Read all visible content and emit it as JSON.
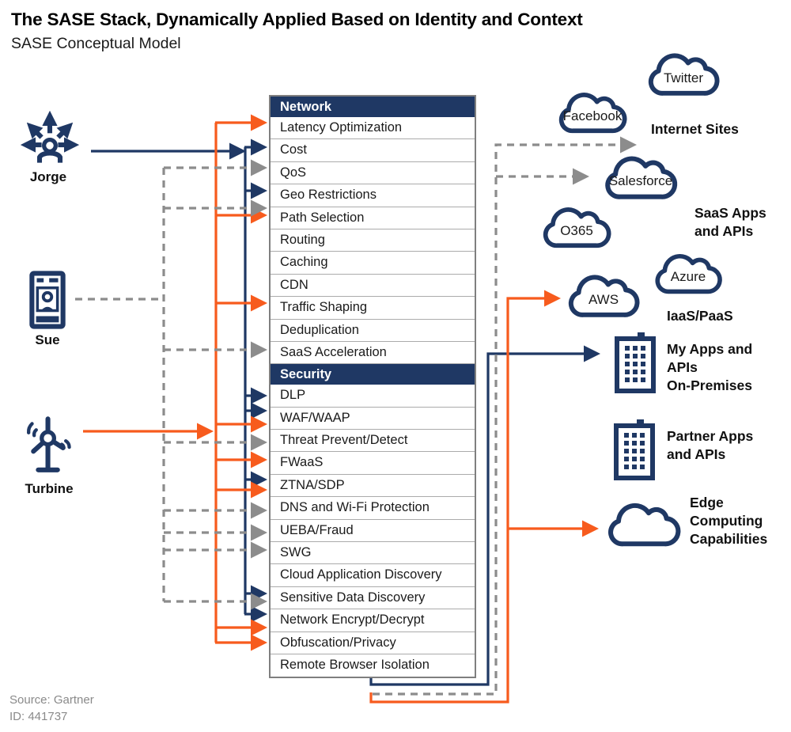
{
  "title": "The SASE Stack, Dynamically Applied Based on Identity and Context",
  "subtitle": "SASE Conceptual Model",
  "source": {
    "line1": "Source: Gartner",
    "line2": "ID: 441737"
  },
  "colors": {
    "navy": "#1F3864",
    "orange": "#F75B1D",
    "gray": "#8C8C8C"
  },
  "entities": [
    {
      "name": "Jorge",
      "icon": "user-roaming-icon",
      "line_style": "solid-navy"
    },
    {
      "name": "Sue",
      "icon": "mobile-user-icon",
      "line_style": "dashed-gray"
    },
    {
      "name": "Turbine",
      "icon": "wind-turbine-icon",
      "line_style": "solid-orange"
    }
  ],
  "stack": {
    "sections": [
      {
        "header": "Network",
        "items": [
          "Latency Optimization",
          "Cost",
          "QoS",
          "Geo Restrictions",
          "Path Selection",
          "Routing",
          "Caching",
          "CDN",
          "Traffic Shaping",
          "Deduplication",
          "SaaS Acceleration"
        ]
      },
      {
        "header": "Security",
        "items": [
          "DLP",
          "WAF/WAAP",
          "Threat Prevent/Detect",
          "FWaaS",
          "ZTNA/SDP",
          "DNS and Wi-Fi Protection",
          "UEBA/Fraud",
          "SWG",
          "Cloud Application Discovery",
          "Sensitive Data Discovery",
          "Network Encrypt/Decrypt",
          "Obfuscation/Privacy",
          "Remote Browser Isolation"
        ]
      }
    ]
  },
  "clouds": [
    {
      "label": "Twitter"
    },
    {
      "label": "Facebook"
    },
    {
      "label": "Salesforce"
    },
    {
      "label": "O365"
    },
    {
      "label": "Azure"
    },
    {
      "label": "AWS"
    }
  ],
  "groups": {
    "internet_sites": "Internet Sites",
    "saas_apps": "SaaS Apps\nand APIs",
    "iaas_paas": "IaaS/PaaS",
    "my_apps": "My Apps and\nAPIs\nOn-Premises",
    "partner_apps": "Partner Apps\nand APIs",
    "edge_computing": "Edge\nComputing\nCapabilities"
  },
  "flows": {
    "jorge": {
      "style": "solid-navy",
      "to_stack": [
        "Cost",
        "Geo Restrictions",
        "DLP",
        "WAF/WAAP",
        "ZTNA/SDP",
        "Sensitive Data Discovery",
        "Network Encrypt/Decrypt"
      ],
      "to_destinations": [
        "My Apps and APIs On-Premises"
      ]
    },
    "sue": {
      "style": "dashed-gray",
      "to_stack": [
        "QoS",
        "Path Selection",
        "SaaS Acceleration",
        "Threat Prevent/Detect",
        "DNS and Wi-Fi Protection",
        "UEBA/Fraud",
        "SWG",
        "Sensitive Data Discovery"
      ],
      "to_destinations": [
        "Internet Sites",
        "Salesforce"
      ]
    },
    "turbine": {
      "style": "solid-orange",
      "to_stack": [
        "Latency Optimization",
        "Path Selection",
        "Traffic Shaping",
        "WAF/WAAP",
        "FWaaS",
        "ZTNA/SDP",
        "Network Encrypt/Decrypt",
        "Obfuscation/Privacy"
      ],
      "to_destinations": [
        "AWS",
        "Edge Computing Capabilities"
      ]
    }
  }
}
